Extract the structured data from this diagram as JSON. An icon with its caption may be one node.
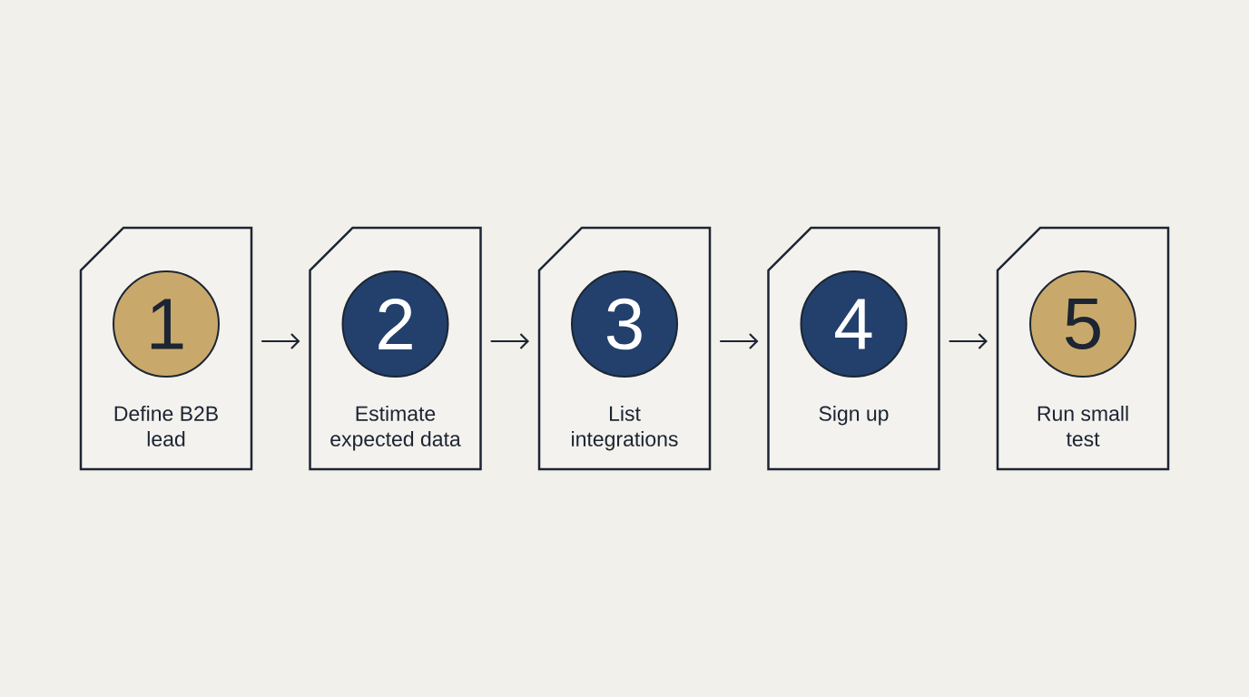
{
  "diagram": {
    "nodes": [
      {
        "text": [
          "Define B2B lead"
        ]
      },
      {
        "text": [
          "1"
        ],
        "in": 0
      },
      {
        "text": [
          "Estimate expected data"
        ]
      },
      {
        "text": [
          "2"
        ],
        "in": 2
      },
      {
        "text": [
          "List integrations"
        ]
      },
      {
        "text": [
          "3"
        ],
        "in": 4
      },
      {
        "text": [
          "Sign up"
        ]
      },
      {
        "text": [
          "4"
        ],
        "in": 6
      },
      {
        "text": [
          "Run small test"
        ]
      },
      {
        "text": [
          "5"
        ],
        "in": 8
      }
    ],
    "edges": [
      {
        "from": 0,
        "to": 2,
        "arrow": "to"
      },
      {
        "from": 2,
        "to": 4,
        "arrow": "to"
      },
      {
        "from": 4,
        "to": 6,
        "arrow": "to"
      },
      {
        "from": 6,
        "to": 8,
        "arrow": "to"
      }
    ]
  }
}
